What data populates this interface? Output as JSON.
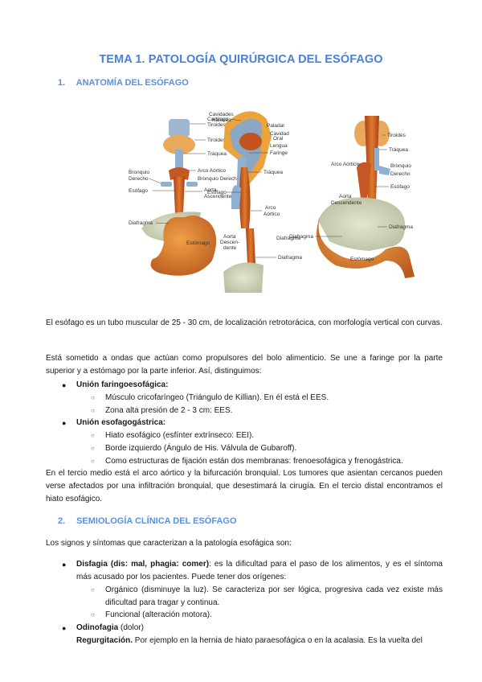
{
  "document": {
    "title": "TEMA 1. PATOLOGÍA QUIRÚRGICA DEL ESÓFAGO",
    "colors": {
      "heading": "#4a7fd6",
      "subheading": "#5b8fe0",
      "body": "#1a1a1a"
    },
    "sections": [
      {
        "number": "1.",
        "heading": "ANATOMÍA DEL ESÓFAGO"
      },
      {
        "number": "2.",
        "heading": "SEMIOLOGÍA CLÍNICA DEL ESÓFAGO"
      }
    ],
    "figure": {
      "labels": {
        "left": [
          "Cartílago Tiroides",
          "Tiroides",
          "Tráquea",
          "Bronquio Derecho",
          "Arco Aórtico",
          "Bronquio Derecho",
          "Esófago",
          "Aorta Ascendente",
          "Diafragma",
          "Estómago"
        ],
        "middle": [
          "Cavidades Nasales",
          "Paladar",
          "Cavidad Oral",
          "Lengua",
          "Faringe",
          "Tráquea",
          "Esófago",
          "Arco Aórtico",
          "Aorta Descendente",
          "Diafragma"
        ],
        "right": [
          "Tiroides",
          "Tráquea",
          "Arco Aórtico",
          "Bronquio Derecho",
          "Esófago",
          "Aorta Descendente",
          "Diafragma",
          "Diafragma",
          "Estómago"
        ]
      }
    },
    "paragraphs": {
      "p1": "El esófago es un tubo muscular de 25 - 30 cm, de localización retrotorácica, con morfología vertical con curvas.",
      "p2": "Está sometido a ondas que actúan como propulsores del bolo alimenticio. Se une a faringe por la parte superior y a estómago por la parte inferior. Así, distinguimos:",
      "p3": "En el tercio medio está el arco aórtico y la bifurcación bronquial. Los tumores que asientan cercanos pueden verse afectados por una infiltración bronquial, que desestimará la cirugía. En el tercio distal encontramos el hiato esofágico.",
      "p4": "Los signos y síntomas que caracterizan a la patología esofágica son:"
    },
    "list1": [
      {
        "label": "Unión faringoesofágica:",
        "children": [
          "Músculo cricofaríngeo (Triángulo de Killian). En él está el EES.",
          "Zona alta presión de 2 - 3 cm: EES."
        ]
      },
      {
        "label": "Unión esofagogástrica:",
        "children": [
          "Hiato esofágico (esfínter extrínseco: EEI).",
          "Borde izquierdo (Ángulo de His. Válvula de Gubaroff).",
          "Como estructuras de fijación están dos membranas: frenoesofágica y frenogástrica."
        ]
      }
    ],
    "list2": [
      {
        "bold": "Disfagia (dis: mal, phagia: comer)",
        "text": ": es la dificultad para el paso de los alimentos, y es el síntoma más acusado por los pacientes. Puede tener dos orígenes:",
        "children": [
          "Orgánico (disminuye la luz). Se caracteriza por ser lógica, progresiva cada vez existe más dificultad para tragar y continua.",
          "Funcional (alteración motora)."
        ]
      },
      {
        "bold": "Odinofagia",
        "text": " (dolor)"
      },
      {
        "bold": "Regurgitación.",
        "text": " Por ejemplo en la hernia de hiato paraesofágica o en la acalasia. Es la vuelta del"
      }
    ],
    "markers": {
      "bullet": "●",
      "sub_bullet": "○"
    }
  }
}
